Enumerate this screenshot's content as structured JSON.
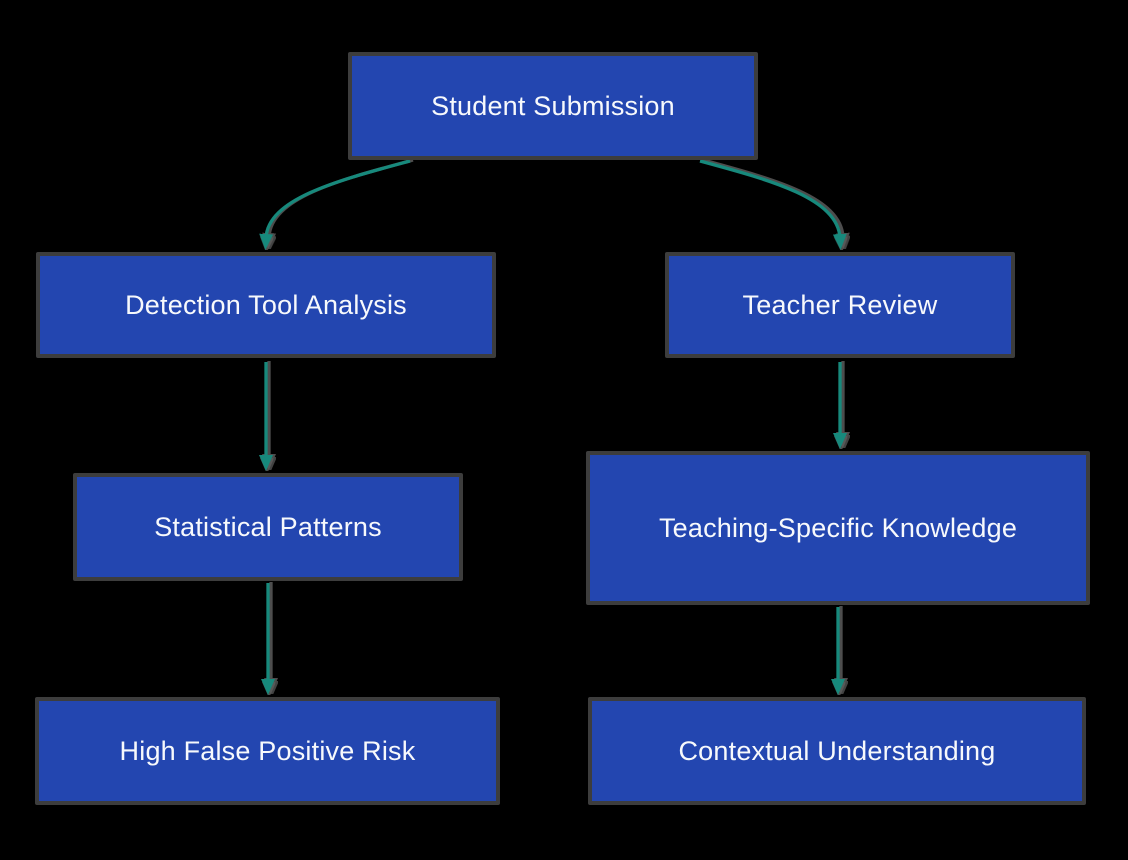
{
  "diagram": {
    "type": "flowchart",
    "direction": "top-down",
    "nodes": {
      "student_submission": {
        "label": "Student Submission"
      },
      "detection_tool_analysis": {
        "label": "Detection Tool Analysis"
      },
      "teacher_review": {
        "label": "Teacher Review"
      },
      "statistical_patterns": {
        "label": "Statistical Patterns"
      },
      "teaching_specific_knowledge": {
        "label": "Teaching-Specific Knowledge"
      },
      "high_false_positive_risk": {
        "label": "High False Positive Risk"
      },
      "contextual_understanding": {
        "label": "Contextual Understanding"
      }
    },
    "edges": [
      {
        "from": "student_submission",
        "to": "detection_tool_analysis"
      },
      {
        "from": "student_submission",
        "to": "teacher_review"
      },
      {
        "from": "detection_tool_analysis",
        "to": "statistical_patterns"
      },
      {
        "from": "teacher_review",
        "to": "teaching_specific_knowledge"
      },
      {
        "from": "statistical_patterns",
        "to": "high_false_positive_risk"
      },
      {
        "from": "teaching_specific_knowledge",
        "to": "contextual_understanding"
      }
    ],
    "colors": {
      "background": "#000000",
      "node_fill": "#2346b0",
      "node_border": "#3d3d3d",
      "node_text": "#f7f9fc",
      "arrow": "#17897c"
    }
  }
}
